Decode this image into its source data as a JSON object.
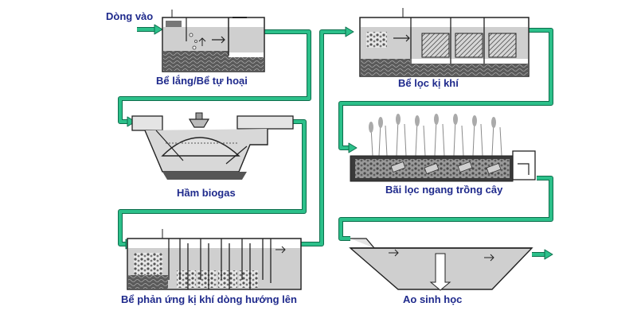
{
  "labels": {
    "inlet": "Dòng vào",
    "settling_septic_tank": "Bể lắng/Bể tự hoại",
    "biogas_digester": "Hầm biogas",
    "baffled_reactor": "Bể phản ứng kị khí dòng hướng lên",
    "anaerobic_filter": "Bể lọc kị khí",
    "horizontal_planted_filter": "Bãi lọc ngang trồng cây",
    "biological_pond": "Ao sinh học"
  },
  "colors": {
    "pipe": "#2cc08a",
    "pipe_outline": "#0d6e4c",
    "label_text": "#1f2a8c",
    "water": "#cfcfcf",
    "sludge": "#4a4a4a",
    "tank_outline": "#222222"
  }
}
